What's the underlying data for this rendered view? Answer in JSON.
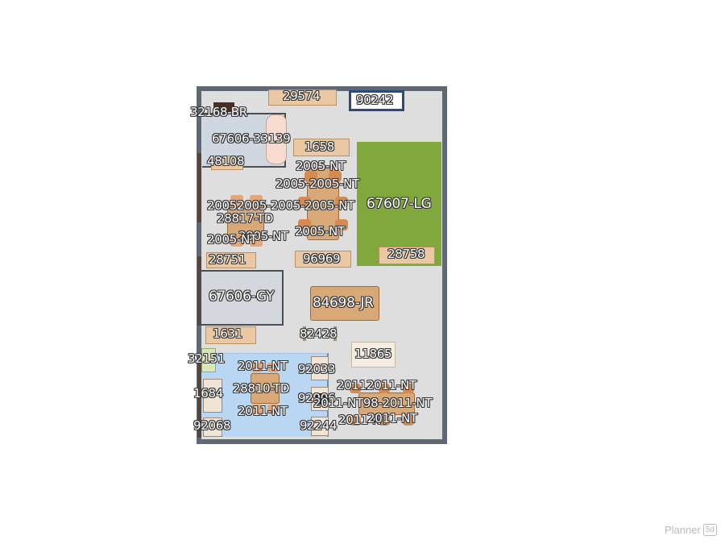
{
  "watermark": {
    "brand": "Planner",
    "badge": "5d"
  },
  "labels": {
    "l_29574": "29574",
    "l_90242": "90242",
    "l_32168_br": "32168-BR",
    "l_67606_33139": "67606-33139",
    "l_1658": "1658",
    "l_48108": "48108",
    "l_2005_nt_a": "2005-NT",
    "l_2005_2005_nt_a": "2005-2005-NT",
    "l_67607_lg": "67607-LG",
    "l_20052005_nt": "20052005-2005-2005-NT",
    "l_28817_td": "28817-TD",
    "l_2005_nt_b": "2005-NT",
    "l_2005_nt_c": "2005-NT",
    "l_2005_nt_d": "2005-NT",
    "l_28751": "28751",
    "l_96969": "96969",
    "l_28758": "28758",
    "l_67606_gy": "67606-GY",
    "l_84698_jr": "84698-JR",
    "l_1631": "1631",
    "l_82428": "82428",
    "l_11865": "11865",
    "l_32151": "32151",
    "l_2011_nt_a": "2011-NT",
    "l_92033": "92033",
    "l_20112011_nt": "20112011-NT",
    "l_1684": "1684",
    "l_28810_td": "28810-TD",
    "l_92906": "92906",
    "l_2011_nt98_2011_nt": "2011-NT98-2011-NT",
    "l_2011_nt_b": "2011-NT",
    "l_2011_nt_c": "2011-NT",
    "l_2011_nt_d": "2011-NT",
    "l_92068": "92068",
    "l_92244": "92244"
  }
}
